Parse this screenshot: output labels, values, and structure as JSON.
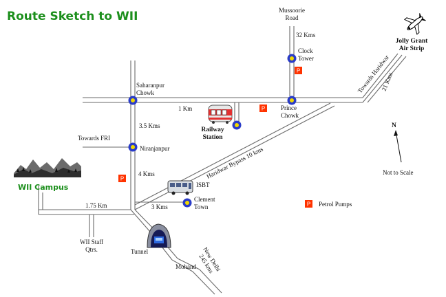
{
  "title": "Route Sketch to WII",
  "labels": {
    "mussoorie": [
      "Mussoorie",
      "Road"
    ],
    "mussoorie_dist": "32 Kms",
    "clock_tower": [
      "Clock",
      "Tower"
    ],
    "jolly_grant": [
      "Jolly Grant",
      "Air Strip"
    ],
    "towards_haridwar": "Towards Haridwar",
    "haridwar_dist": "21 Kms",
    "saharanpur": [
      "Saharanpur",
      "Chowk"
    ],
    "one_km": "1 Km",
    "railway": [
      "Railway",
      "Station"
    ],
    "prince": [
      "Prince",
      "Chowk"
    ],
    "three_five": "3.5 Kms",
    "towards_fri": "Towards FRI",
    "niranjanpur": "Niranjanpur",
    "bypass": "Haridwar Bypass  10 kms",
    "four_kms": "4 Kms",
    "campus": "WII Campus",
    "isbt": "ISBT",
    "clement": [
      "Clement",
      "Town"
    ],
    "three_kms": "3 Kms",
    "one_seven_five": "1.75 Km",
    "staff": [
      "WII Staff",
      "Qtrs."
    ],
    "tunnel": "Tunnel",
    "mohand": "Mohand",
    "new_delhi": [
      "New Delhi",
      "245 kms"
    ],
    "north": "N",
    "not_to_scale": "Not to Scale",
    "petrol_legend": "Petrol Pumps",
    "p": "P"
  },
  "colors": {
    "title": "#1c8f1c",
    "junction_outer": "#2a3cc8",
    "junction_inner": "#f0d800",
    "petrol": "#ff3300",
    "road": "#666666"
  },
  "icons": [
    "airplane-icon",
    "train-icon",
    "bus-icon",
    "tunnel-icon",
    "mountains-icon",
    "north-arrow-icon"
  ]
}
